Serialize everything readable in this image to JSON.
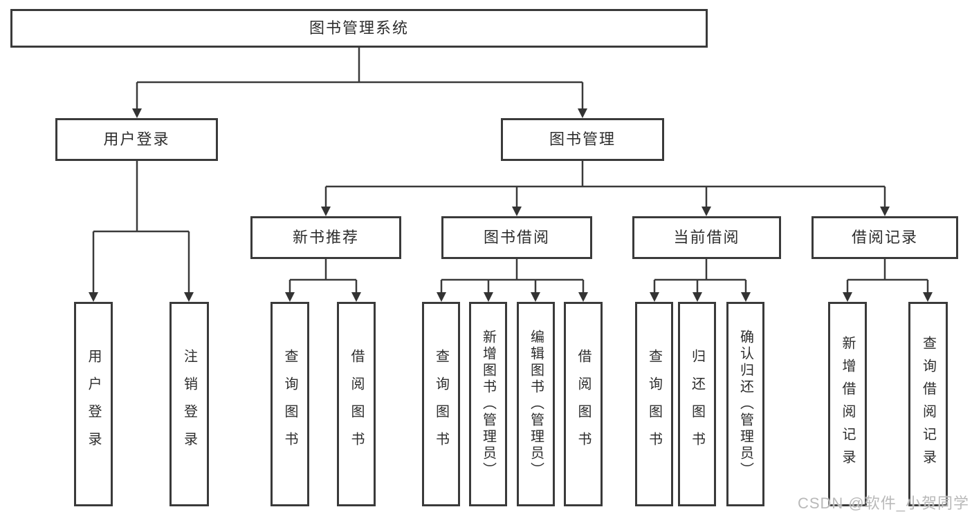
{
  "tree": {
    "root": {
      "label": "图书管理系统"
    },
    "branches": [
      {
        "label": "用户登录",
        "leaves": [
          {
            "label": "用户登录"
          },
          {
            "label": "注销登录"
          }
        ]
      },
      {
        "label": "图书管理",
        "groups": [
          {
            "label": "新书推荐",
            "leaves": [
              {
                "label": "查询图书"
              },
              {
                "label": "借阅图书"
              }
            ]
          },
          {
            "label": "图书借阅",
            "leaves": [
              {
                "label": "查询图书"
              },
              {
                "label": "新增图书（管理员）"
              },
              {
                "label": "编辑图书（管理员）"
              },
              {
                "label": "借阅图书"
              }
            ]
          },
          {
            "label": "当前借阅",
            "leaves": [
              {
                "label": "查询图书"
              },
              {
                "label": "归还图书"
              },
              {
                "label": "确认归还（管理员）"
              }
            ]
          },
          {
            "label": "借阅记录",
            "leaves": [
              {
                "label": "新增借阅记录"
              },
              {
                "label": "查询借阅记录"
              }
            ]
          }
        ]
      }
    ]
  },
  "watermark": "CSDN @软件_小贺同学",
  "colors": {
    "line": "#3a3a3a",
    "text": "#2d2d2d",
    "background": "#ffffff",
    "watermark": "#b9b9b9"
  }
}
